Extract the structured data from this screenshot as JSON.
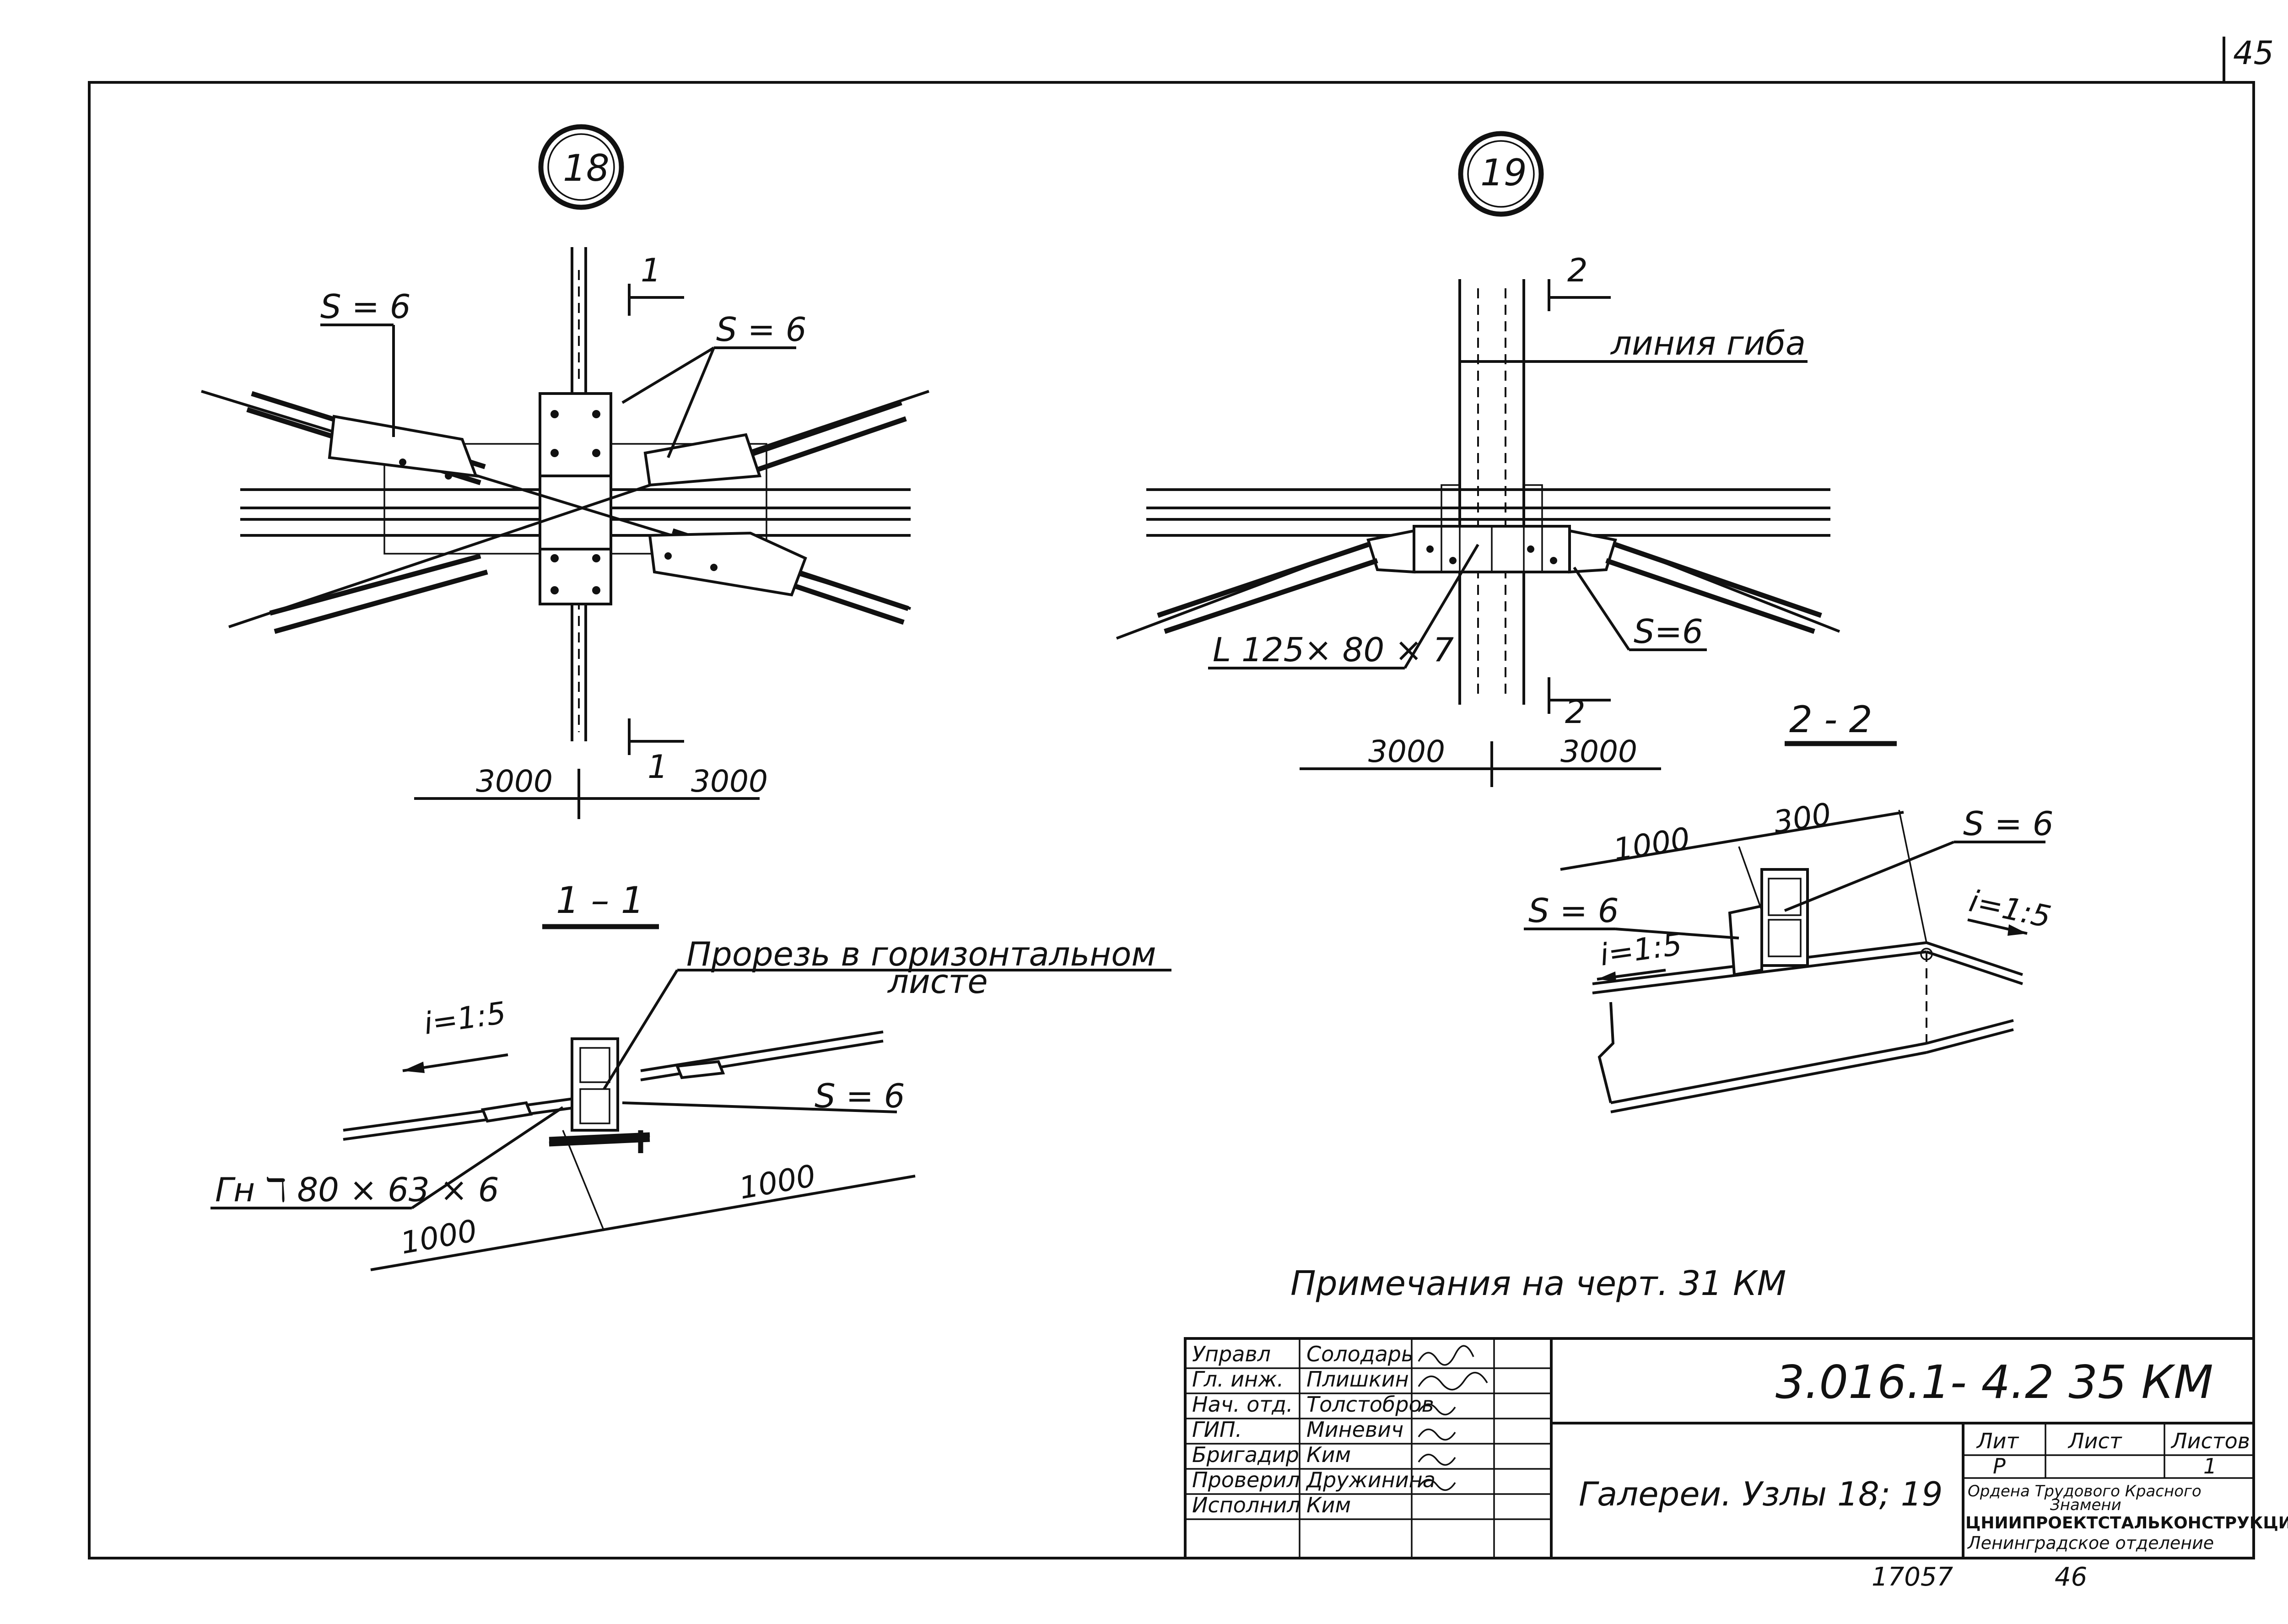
{
  "page": {
    "number": "45"
  },
  "nodes": {
    "n18": {
      "label": "18",
      "section_mark": "1",
      "weld_left": "S = 6",
      "weld_right": "S = 6",
      "dim_left": "3000",
      "dim_right": "3000"
    },
    "n19": {
      "label": "19",
      "section_mark": "2",
      "bend_line": "линия гиба",
      "angle": "L 125× 80 × 7",
      "weld": "S=6",
      "dim_left": "3000",
      "dim_right": "3000"
    }
  },
  "section_1_1": {
    "title": "1 – 1",
    "slope": "i=1:5",
    "slot_note_line1": "Прорезь в горизонтальном",
    "slot_note_line2": "листе",
    "weld": "S = 6",
    "profile": "Гн ℸ 80 × 63 × 6",
    "dim_a": "1000",
    "dim_b": "1000"
  },
  "section_2_2": {
    "title": "2 - 2",
    "dim_a": "1000",
    "dim_b": "300",
    "weld_a": "S = 6",
    "weld_b": "S = 6",
    "slope_left": "i=1:5",
    "slope_right": "i=1:5"
  },
  "note": "Примечания   на   черт. 31 КМ",
  "title_block": {
    "code": "3.016.1- 4.2   35 КМ",
    "title": "Галереи.  Узлы  18; 19",
    "staff": [
      {
        "role": "Управл",
        "name": "Солодарь"
      },
      {
        "role": "Гл. инж.",
        "name": "Плишкин"
      },
      {
        "role": "Нач. отд.",
        "name": "Толстобров"
      },
      {
        "role": "ГИП.",
        "name": "Миневич"
      },
      {
        "role": "Бригадир",
        "name": "Ким"
      },
      {
        "role": "Проверил",
        "name": "Дружинина"
      },
      {
        "role": "Исполнил",
        "name": "Ким"
      }
    ],
    "stage_header": "Лит",
    "sheet_header": "Лист",
    "sheets_header": "Листов",
    "stage": "Р",
    "sheet": "",
    "sheets": "1",
    "org_line1": "Ордена Трудового Красного",
    "org_line2": "Знамени",
    "org_line3": "ЦНИИПРОЕКТСТАЛЬКОНСТРУКЦИЯ",
    "org_line4": "Ленинградское отделение"
  },
  "footer": {
    "archive_no": "17057",
    "format_no": "46"
  }
}
